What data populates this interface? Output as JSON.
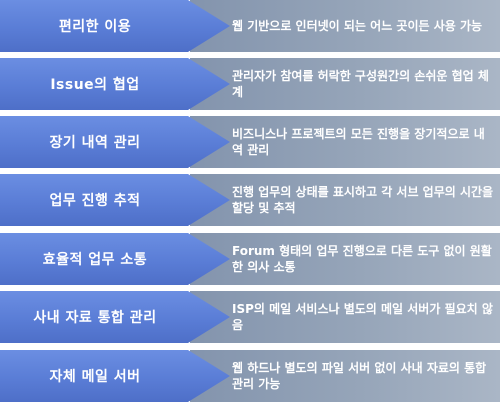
{
  "features": [
    {
      "title": "편리한 이용",
      "description": "웹 기반으로 인터넷이 되는 어느 곳이든 사용 가능"
    },
    {
      "title": "Issue의 협업",
      "description": "관리자가 참여를 허락한 구성원간의 손쉬운 협업 체계"
    },
    {
      "title": "장기 내역 관리",
      "description": "비즈니스나 프로젝트의 모든 진행을 장기적으로 내역 관리"
    },
    {
      "title": "업무 진행 추적",
      "description": "진행 업무의 상태를 표시하고 각 서브 업무의 시간을 할당 및 추적"
    },
    {
      "title": "효율적 업무 소통",
      "description": "Forum 형태의 업무 진행으로 다른 도구 없이 원활한 의사 소통"
    },
    {
      "title": "사내 자료 통합 관리",
      "description": "ISP의 메일 서비스나 별도의 메일 서버가 필요치 않음"
    },
    {
      "title": "자체 메일 서버",
      "description": "웹 하드나 별도의 파일 서버 없이 사내 자료의 통합 관리 가능"
    }
  ]
}
